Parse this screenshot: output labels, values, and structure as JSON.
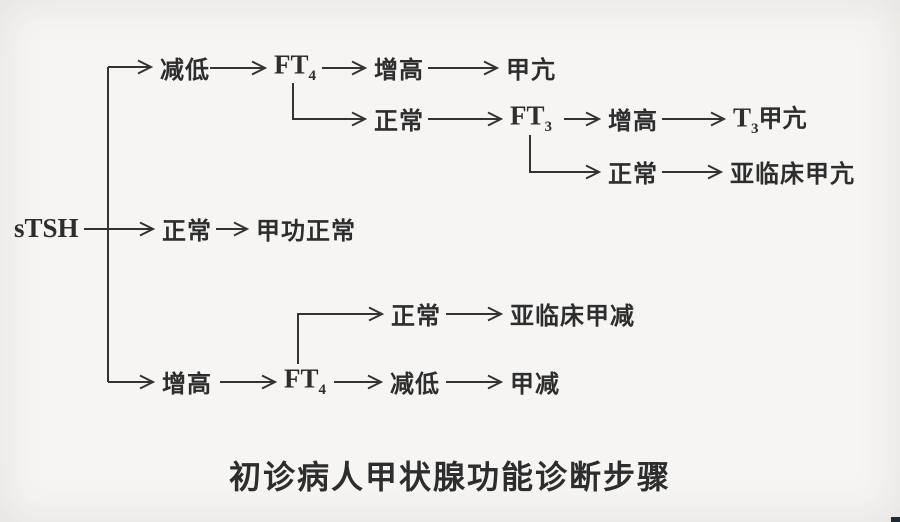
{
  "colors": {
    "background": "#f6f5f3",
    "ink": "#333333"
  },
  "title": "初诊病人甲状腺功能诊断步骤",
  "nodes": {
    "stsh": "sTSH",
    "branch_low": "减低",
    "branch_low_ft4_main": "FT",
    "branch_low_ft4_sub": "4",
    "ft4_high": "增高",
    "hyperthyroid": "甲亢",
    "ft4_normal": "正常",
    "ft3_main": "FT",
    "ft3_sub": "3",
    "ft3_high": "增高",
    "t3_main": "T",
    "t3_sub": "3",
    "t3_post": "甲亢",
    "ft3_normal": "正常",
    "subclinical_hyper": "亚临床甲亢",
    "branch_normal": "正常",
    "euthyroid": "甲功正常",
    "branch_high": "增高",
    "branch_high_ft4_main": "FT",
    "branch_high_ft4_sub": "4",
    "ft4b_normal": "正常",
    "subclinical_hypo": "亚临床甲减",
    "ft4b_low": "减低",
    "hypothyroid": "甲减"
  }
}
